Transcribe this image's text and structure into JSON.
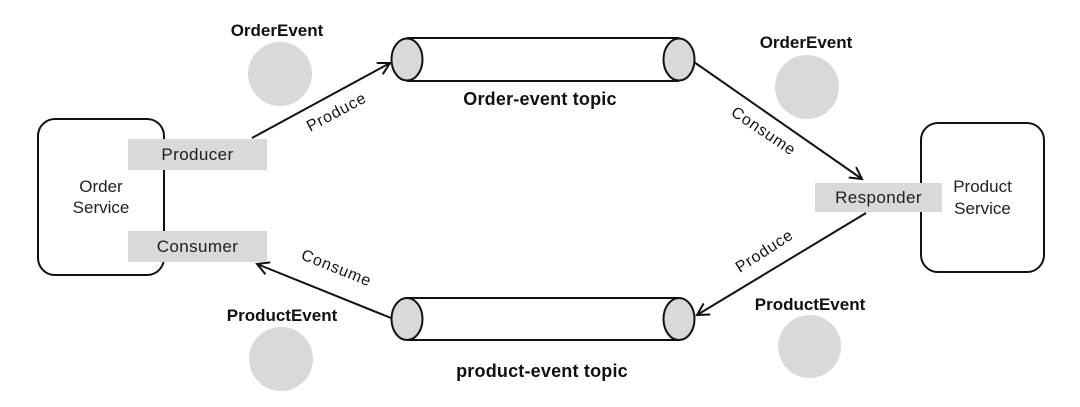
{
  "colors": {
    "accent_gray": "#d9d9d9",
    "stroke": "#111111",
    "background": "#ffffff"
  },
  "nodes": {
    "order_service": {
      "label": "Order Service"
    },
    "product_service": {
      "label": "Product Service"
    },
    "producer": {
      "label": "Producer"
    },
    "consumer": {
      "label": "Consumer"
    },
    "responder": {
      "label": "Responder"
    }
  },
  "topics": {
    "order": {
      "label": "Order-event topic"
    },
    "product": {
      "label": "product-event topic"
    }
  },
  "events": {
    "order_left": {
      "label": "OrderEvent"
    },
    "order_right": {
      "label": "OrderEvent"
    },
    "product_left": {
      "label": "ProductEvent"
    },
    "product_right": {
      "label": "ProductEvent"
    }
  },
  "flows": {
    "produce_order": {
      "label": "Produce"
    },
    "consume_order": {
      "label": "Consume"
    },
    "produce_product": {
      "label": "Produce"
    },
    "consume_product": {
      "label": "Consume"
    }
  }
}
